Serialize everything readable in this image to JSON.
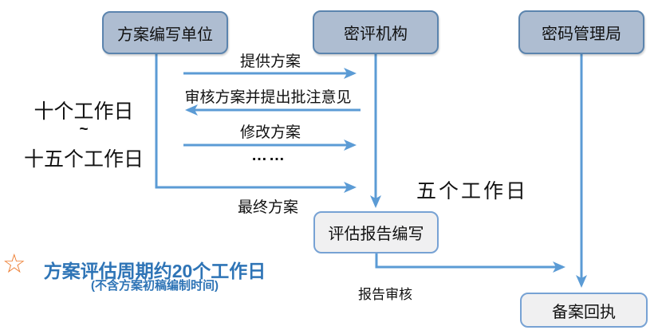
{
  "diagram": {
    "actors": [
      {
        "label": "方案编写单位"
      },
      {
        "label": "密评机构"
      },
      {
        "label": "密码管理局"
      }
    ],
    "messages": [
      {
        "label": "提供方案",
        "direction": "right"
      },
      {
        "label": "审核方案并提出批注意见",
        "direction": "left"
      },
      {
        "label": "修改方案",
        "direction": "right"
      },
      {
        "label": "……",
        "direction": "none"
      },
      {
        "label": "最终方案",
        "direction": "right"
      }
    ],
    "nodes": [
      {
        "label": "评估报告编写"
      },
      {
        "label": "备案回执"
      }
    ],
    "durations": {
      "left_line1": "十个工作日",
      "left_tilde": "~",
      "left_line2": "十五个工作日",
      "right": "五个工作日"
    },
    "labels": {
      "report_review": "报告审核"
    },
    "note": {
      "star_icon": "☆",
      "title": "方案评估周期约20个工作日",
      "subtitle": "(不含方案初稿编制时间)"
    },
    "colors": {
      "actor_fill": "#aebdd1",
      "actor_border": "#5b84ae",
      "node_fill": "#f0f0f1",
      "node_border": "#77a2d4",
      "connector": "#5b9bd5",
      "note_blue": "#2e74b6",
      "star_orange": "#ed7d31"
    }
  }
}
